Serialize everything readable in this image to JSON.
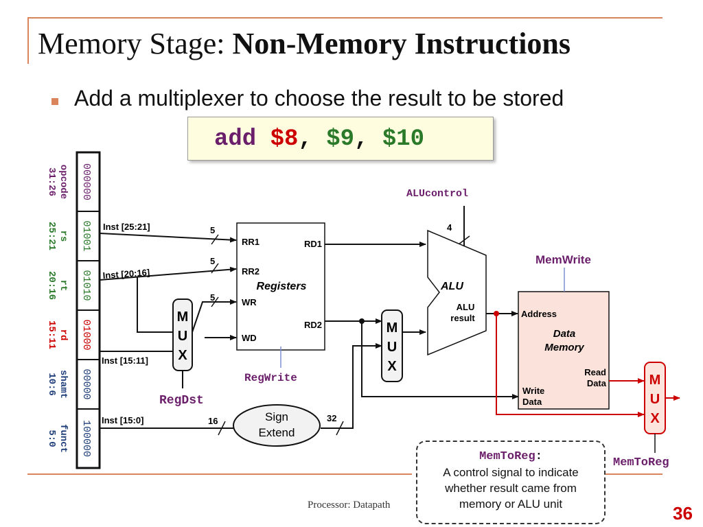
{
  "title": {
    "normal": "Memory Stage: ",
    "bold": "Non-Memory Instructions"
  },
  "bullet": "Add a multiplexer to choose the result to be stored",
  "instruction": {
    "op": "add",
    "rd": "$8",
    "sep1": ", ",
    "rs": "$9",
    "sep2": ", ",
    "rt": "$10"
  },
  "fields": [
    {
      "name": "opcode",
      "range": "31:26",
      "bits": "000000",
      "color": "#6b1f6b"
    },
    {
      "name": "rs",
      "range": "25:21",
      "bits": "01001",
      "color": "#2a7a2a"
    },
    {
      "name": "rt",
      "range": "20:16",
      "bits": "01010",
      "color": "#2a7a2a"
    },
    {
      "name": "rd",
      "range": "15:11",
      "bits": "01000",
      "color": "#cc0000"
    },
    {
      "name": "shamt",
      "range": "10:6",
      "bits": "00000",
      "color": "#1f3f7a"
    },
    {
      "name": "funct",
      "range": "5:0",
      "bits": "100000",
      "color": "#1f3f7a"
    }
  ],
  "wires": {
    "inst_25_21": "Inst [25:21]",
    "inst_20_16": "Inst [20:16]",
    "inst_15_11": "Inst [15:11]",
    "inst_15_0": "Inst [15:0]"
  },
  "widths": {
    "five": "5",
    "four": "4",
    "sixteen": "16",
    "thirtytwo": "32"
  },
  "registers": {
    "name": "Registers",
    "rr1": "RR1",
    "rr2": "RR2",
    "wr": "WR",
    "wd": "WD",
    "rd1": "RD1",
    "rd2": "RD2"
  },
  "mux": {
    "m": "M",
    "u": "U",
    "x": "X"
  },
  "alu": {
    "name": "ALU",
    "result1": "ALU",
    "result2": "result"
  },
  "memory": {
    "title1": "Data",
    "title2": "Memory",
    "address": "Address",
    "write1": "Write",
    "write2": "Data",
    "read1": "Read",
    "read2": "Data"
  },
  "sign_extend": {
    "line1": "Sign",
    "line2": "Extend"
  },
  "control": {
    "aluctrl": "ALUcontrol",
    "memwrite": "MemWrite",
    "regwrite": "RegWrite",
    "regdst": "RegDst",
    "memtoreg": "MemToReg"
  },
  "note": {
    "title": "MemToReg",
    "colon": ":",
    "line1": "A control signal to indicate",
    "line2": "whether result came from",
    "line3": "memory or ALU unit"
  },
  "footer": "Processor: Datapath",
  "page": "36",
  "colors": {
    "accent": "#d9845a",
    "purple": "#6b1f6b",
    "green": "#2a7a2a",
    "red": "#cc0000",
    "blue": "#1f3f7a",
    "memory_fill": "#fbe3dc",
    "mux_red_fill": "#fde4dc"
  }
}
